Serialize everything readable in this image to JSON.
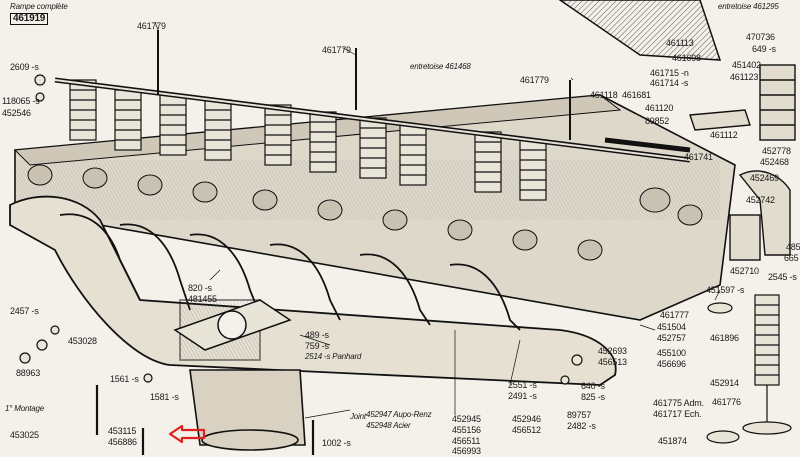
{
  "labels": [
    "Rampe complète",
    "461919",
    "461779",
    "461779",
    "entretoise 461468",
    "461779",
    "470736",
    "649 -s",
    "entretoise 461295",
    "461113",
    "461698",
    "451402",
    "461715 -n",
    "461123",
    "461714 -s",
    "2609 -s",
    "118065 -s",
    "452546",
    "461118",
    "461681",
    "461120",
    "89852",
    "461112",
    "461741",
    "452778",
    "452468",
    "452469",
    "452742",
    "485",
    "665 -s",
    "452710",
    "2545 -s",
    "451597 -s",
    "461777",
    "451504",
    "452757",
    "452693",
    "455100",
    "456513",
    "456696",
    "461896",
    "452914",
    "461775 Adm.",
    "461717 Ech.",
    "461776",
    "451874",
    "820 -s",
    "481455",
    "489 -s",
    "759 -s",
    "2514 -s Panhard",
    "2457 -s",
    "453028",
    "88963",
    "1561 -s",
    "1581 -s",
    "1° Montage",
    "453025",
    "453115",
    "456886",
    "Joint",
    "452947 Aupo-Renz",
    "452948 Acier",
    "452945",
    "455156",
    "456511",
    "456993",
    "2551 -s",
    "2491 -s",
    "640 -s",
    "825 -s",
    "89757",
    "2482 -s",
    "452946",
    "456512",
    "1002 -s"
  ],
  "colors": {
    "paper": "#f4f1ea",
    "ink": "#1a1a1a",
    "highlight_arrow": "#e0201c"
  },
  "icons": {
    "pointer": "left-arrow-icon"
  }
}
